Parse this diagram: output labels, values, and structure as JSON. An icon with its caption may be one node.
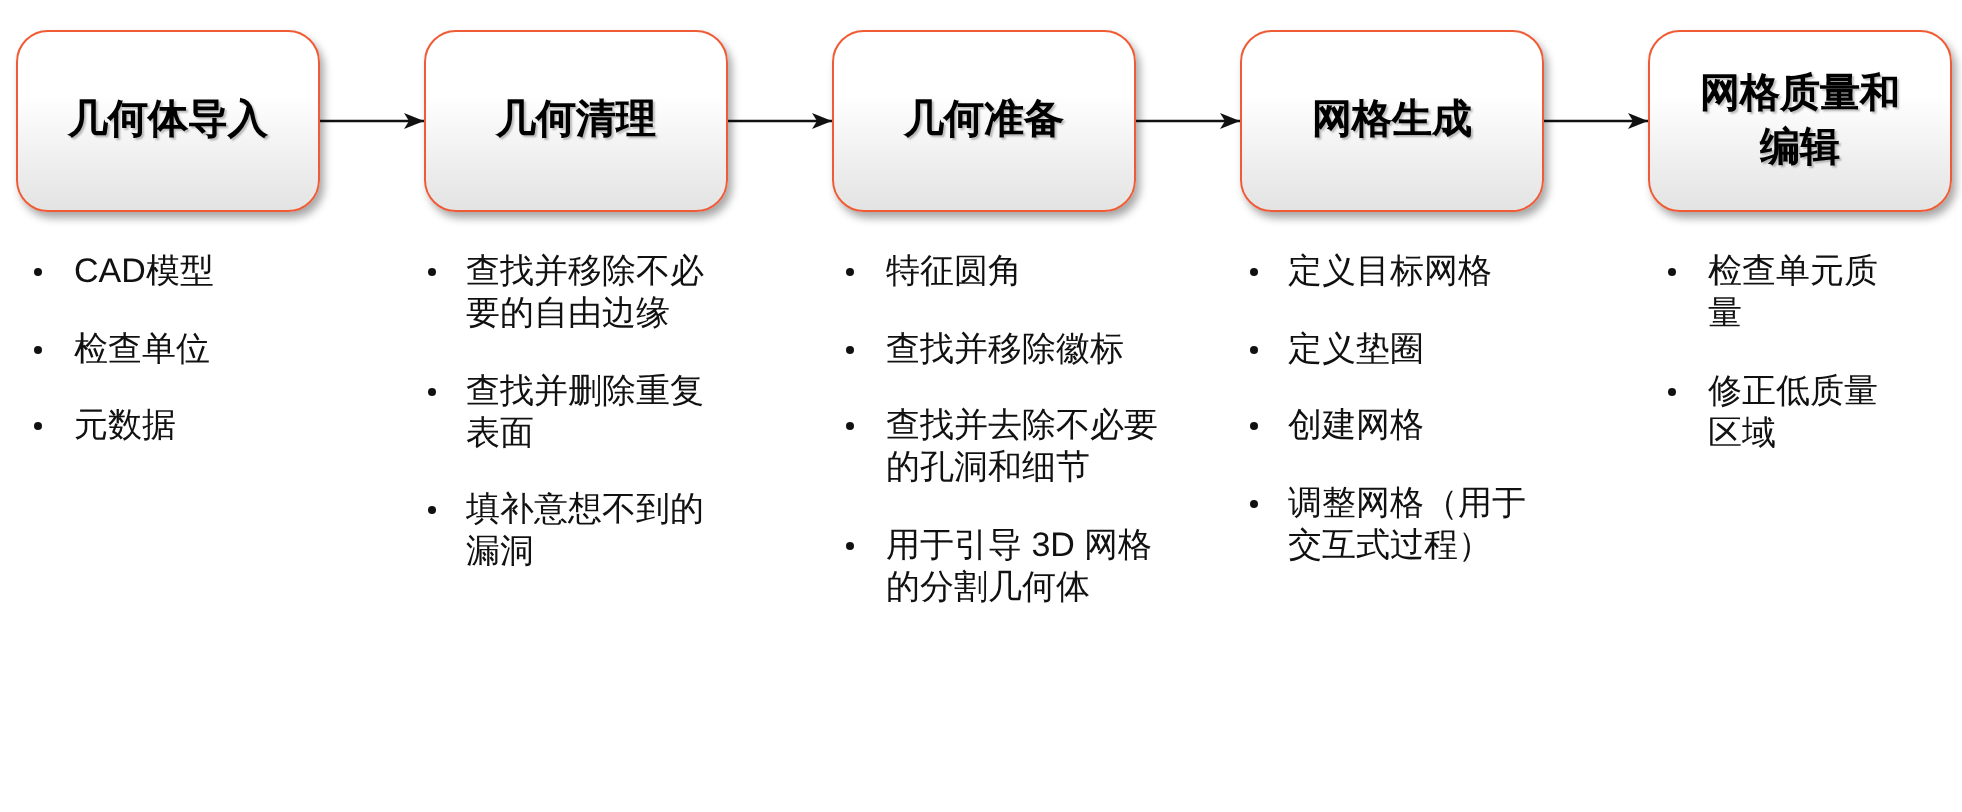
{
  "diagram": {
    "nodes": [
      {
        "text": [
          "几何体导入"
        ],
        "beside": [
          "CAD模型",
          "检查单位",
          "元数据"
        ]
      },
      {
        "text": [
          "几何清理"
        ],
        "beside": [
          "查找并移除不必要的自由边缘",
          "查找并删除重复表面",
          "填补意想不到的漏洞"
        ]
      },
      {
        "text": [
          "几何准备"
        ],
        "beside": [
          "特征圆角",
          "查找并移除徽标",
          "查找并去除不必要的孔洞和细节",
          "用于引导 3D 网格的分割几何体"
        ]
      },
      {
        "text": [
          "网格生成"
        ],
        "beside": [
          "定义目标网格",
          "定义垫圈",
          "创建网格",
          "调整网格（用于交互式过程）"
        ]
      },
      {
        "text": [
          "网格质量和编辑"
        ],
        "beside": [
          "检查单元质量",
          "修正低质量区域"
        ]
      }
    ],
    "edges": [
      {
        "from": 0,
        "to": 1,
        "arrow": "to"
      },
      {
        "from": 1,
        "to": 2,
        "arrow": "to"
      },
      {
        "from": 2,
        "to": 3,
        "arrow": "to"
      },
      {
        "from": 3,
        "to": 4,
        "arrow": "to"
      }
    ]
  }
}
